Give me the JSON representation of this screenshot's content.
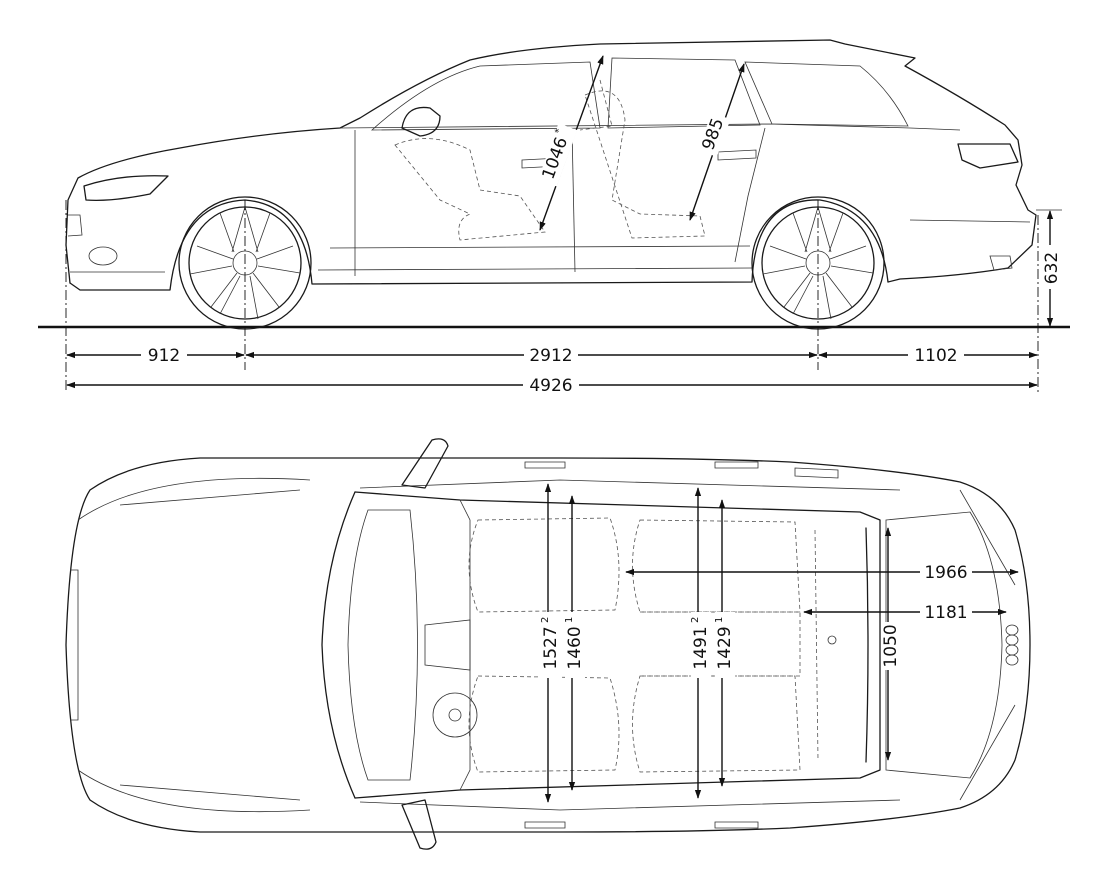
{
  "side_view": {
    "dimensions": {
      "front_overhang": "912",
      "wheelbase": "2912",
      "rear_overhang": "1102",
      "overall_length": "4926",
      "load_sill_height": "632",
      "front_headroom": "1046",
      "front_headroom_mark": "*",
      "rear_headroom": "985"
    }
  },
  "top_view": {
    "dimensions": {
      "front_shoulder": "1527",
      "front_shoulder_sup": "2",
      "front_elbow": "1460",
      "front_elbow_sup": "1",
      "rear_shoulder": "1491",
      "rear_shoulder_sup": "2",
      "rear_elbow": "1429",
      "rear_elbow_sup": "1",
      "load_length_seats_folded": "1966",
      "load_length": "1181",
      "load_width": "1050"
    }
  }
}
